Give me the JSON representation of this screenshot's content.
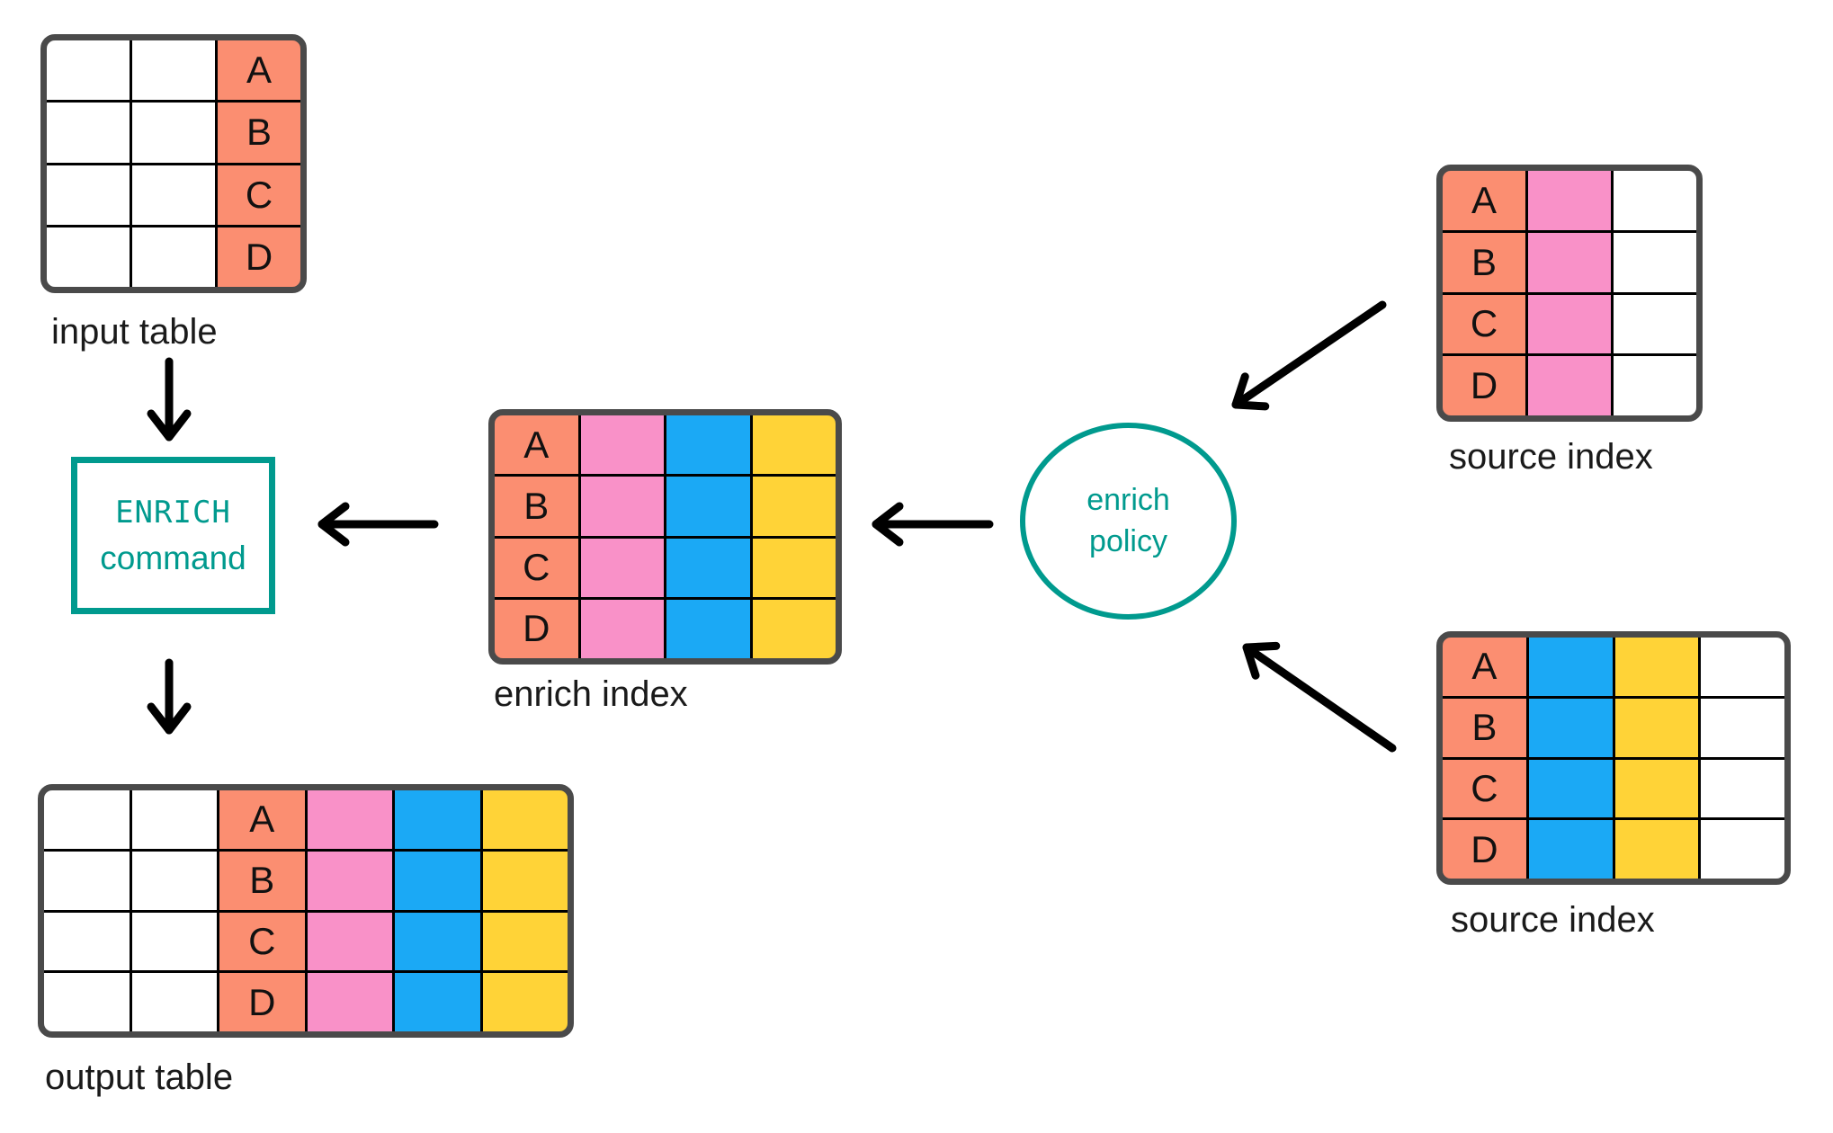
{
  "palette": {
    "coral": "#FB8E71",
    "pink": "#F991C8",
    "blue": "#1BA9F5",
    "yellow": "#FFD337",
    "teal": "#009A8E",
    "border": "#4A4A4A",
    "ink": "#1A1A1A",
    "white": "#FFFFFF",
    "arrow": "#000000"
  },
  "diagram": {
    "input_table": {
      "label": "input table",
      "rows": 4,
      "columns": [
        "white",
        "white",
        "coral"
      ],
      "key_column": 2,
      "keys": [
        "A",
        "B",
        "C",
        "D"
      ]
    },
    "enrich_command": {
      "line1": "ENRICH",
      "line2": "command"
    },
    "output_table": {
      "label": "output table",
      "rows": 4,
      "columns": [
        "white",
        "white",
        "coral",
        "pink",
        "blue",
        "yellow"
      ],
      "key_column": 2,
      "keys": [
        "A",
        "B",
        "C",
        "D"
      ]
    },
    "enrich_index": {
      "label": "enrich index",
      "rows": 4,
      "columns": [
        "coral",
        "pink",
        "blue",
        "yellow"
      ],
      "key_column": 0,
      "keys": [
        "A",
        "B",
        "C",
        "D"
      ]
    },
    "enrich_policy": {
      "line1": "enrich",
      "line2": "policy"
    },
    "source_index_top": {
      "label": "source index",
      "rows": 4,
      "columns": [
        "coral",
        "pink",
        "white"
      ],
      "key_column": 0,
      "keys": [
        "A",
        "B",
        "C",
        "D"
      ]
    },
    "source_index_bottom": {
      "label": "source index",
      "rows": 4,
      "columns": [
        "coral",
        "blue",
        "yellow",
        "white"
      ],
      "key_column": 0,
      "keys": [
        "A",
        "B",
        "C",
        "D"
      ]
    }
  },
  "arrows": [
    {
      "from": "input table",
      "to": "ENRICH command"
    },
    {
      "from": "ENRICH command",
      "to": "output table"
    },
    {
      "from": "enrich index",
      "to": "ENRICH command"
    },
    {
      "from": "enrich policy",
      "to": "enrich index"
    },
    {
      "from": "source index (top)",
      "to": "enrich policy"
    },
    {
      "from": "source index (bottom)",
      "to": "enrich policy"
    }
  ]
}
